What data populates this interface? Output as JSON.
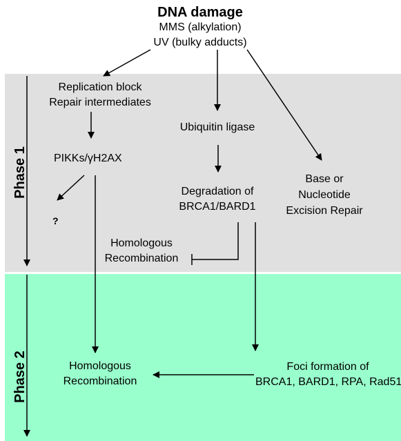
{
  "header": {
    "title": "DNA damage",
    "line1": "MMS (alkylation)",
    "line2": "UV (bulky adducts)"
  },
  "phases": {
    "phase1": "Phase 1",
    "phase2": "Phase 2"
  },
  "nodes": {
    "replication_block": "Replication block",
    "repair_intermediates": "Repair intermediates",
    "ubiquitin_ligase": "Ubiquitin ligase",
    "pikks_prefix": "PIKKs/",
    "pikks_gamma": "γ",
    "pikks_suffix": "H2AX",
    "question": "?",
    "degradation_line1": "Degradation of",
    "degradation_line2": "BRCA1/BARD1",
    "excision_line1": "Base or",
    "excision_line2": "Nucleotide",
    "excision_line3": "Excision  Repair",
    "hr_inhibited_line1": "Homologous",
    "hr_inhibited_line2": "Recombination",
    "hr_final_line1": "Homologous",
    "hr_final_line2": "Recombination",
    "foci_line1": "Foci formation of",
    "foci_line2": "BRCA1, BARD1, RPA, Rad51"
  },
  "colors": {
    "phase1_band": "#e0e0e0",
    "phase2_band": "#99ffcc",
    "arrow": "#000000"
  }
}
